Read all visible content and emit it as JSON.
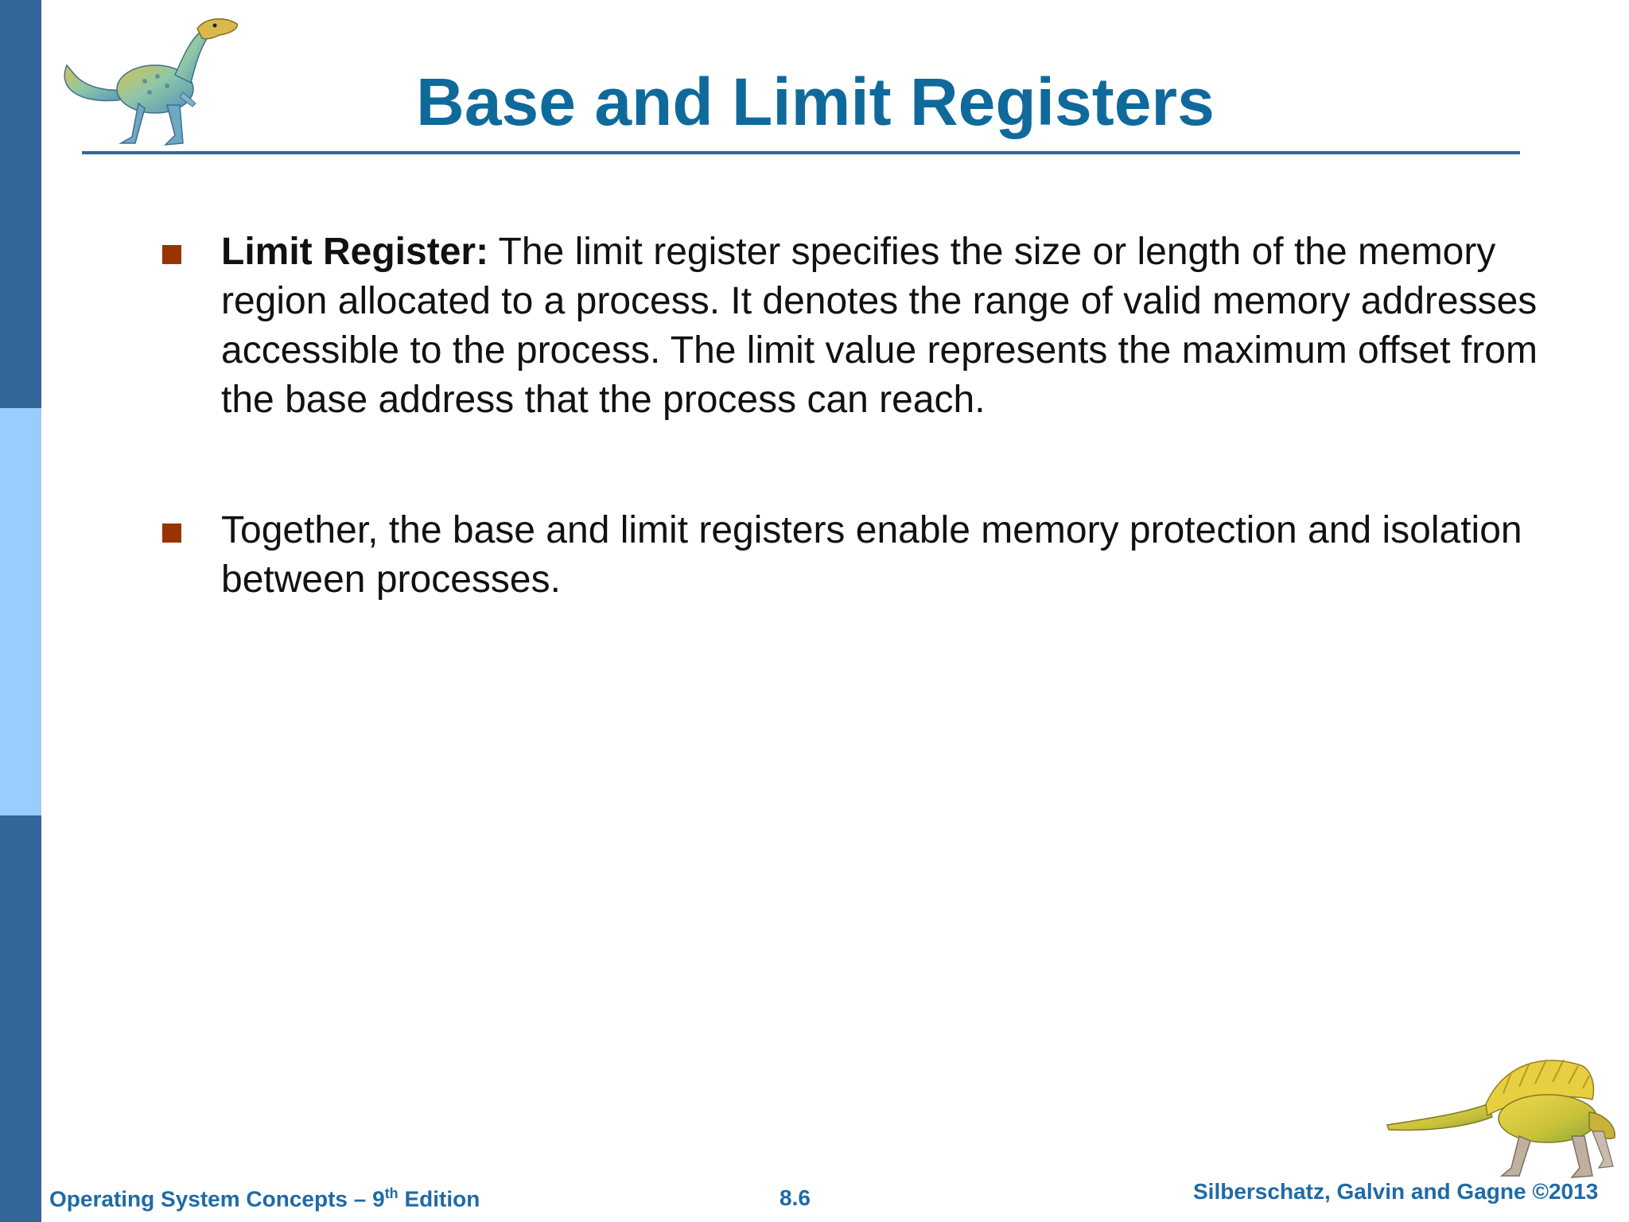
{
  "slide": {
    "title": "Base and Limit Registers",
    "bullets": [
      {
        "lead": "Limit Register:",
        "text": " The limit register specifies the size or length of the memory region allocated to a process. It denotes the range of valid memory addresses accessible to the process. The limit value represents the maximum offset from the base address that the process can reach."
      },
      {
        "lead": "",
        "text": "Together, the base and limit registers enable memory protection and isolation between processes."
      }
    ]
  },
  "footer": {
    "book_prefix": "Operating System Concepts – 9",
    "book_superscript": "th",
    "book_suffix": " Edition",
    "page_number": "8.6",
    "copyright": "Silberschatz, Galvin and Gagne ©2013"
  },
  "colors": {
    "title": "#0f6a9b",
    "band_dark": "#336699",
    "band_light": "#99ccff",
    "bullet_marker": "#993300",
    "footer": "#1f6aa6"
  },
  "icons": {
    "top_left": "dinosaur-standing-icon",
    "bottom_right": "dinosaur-spined-icon"
  }
}
